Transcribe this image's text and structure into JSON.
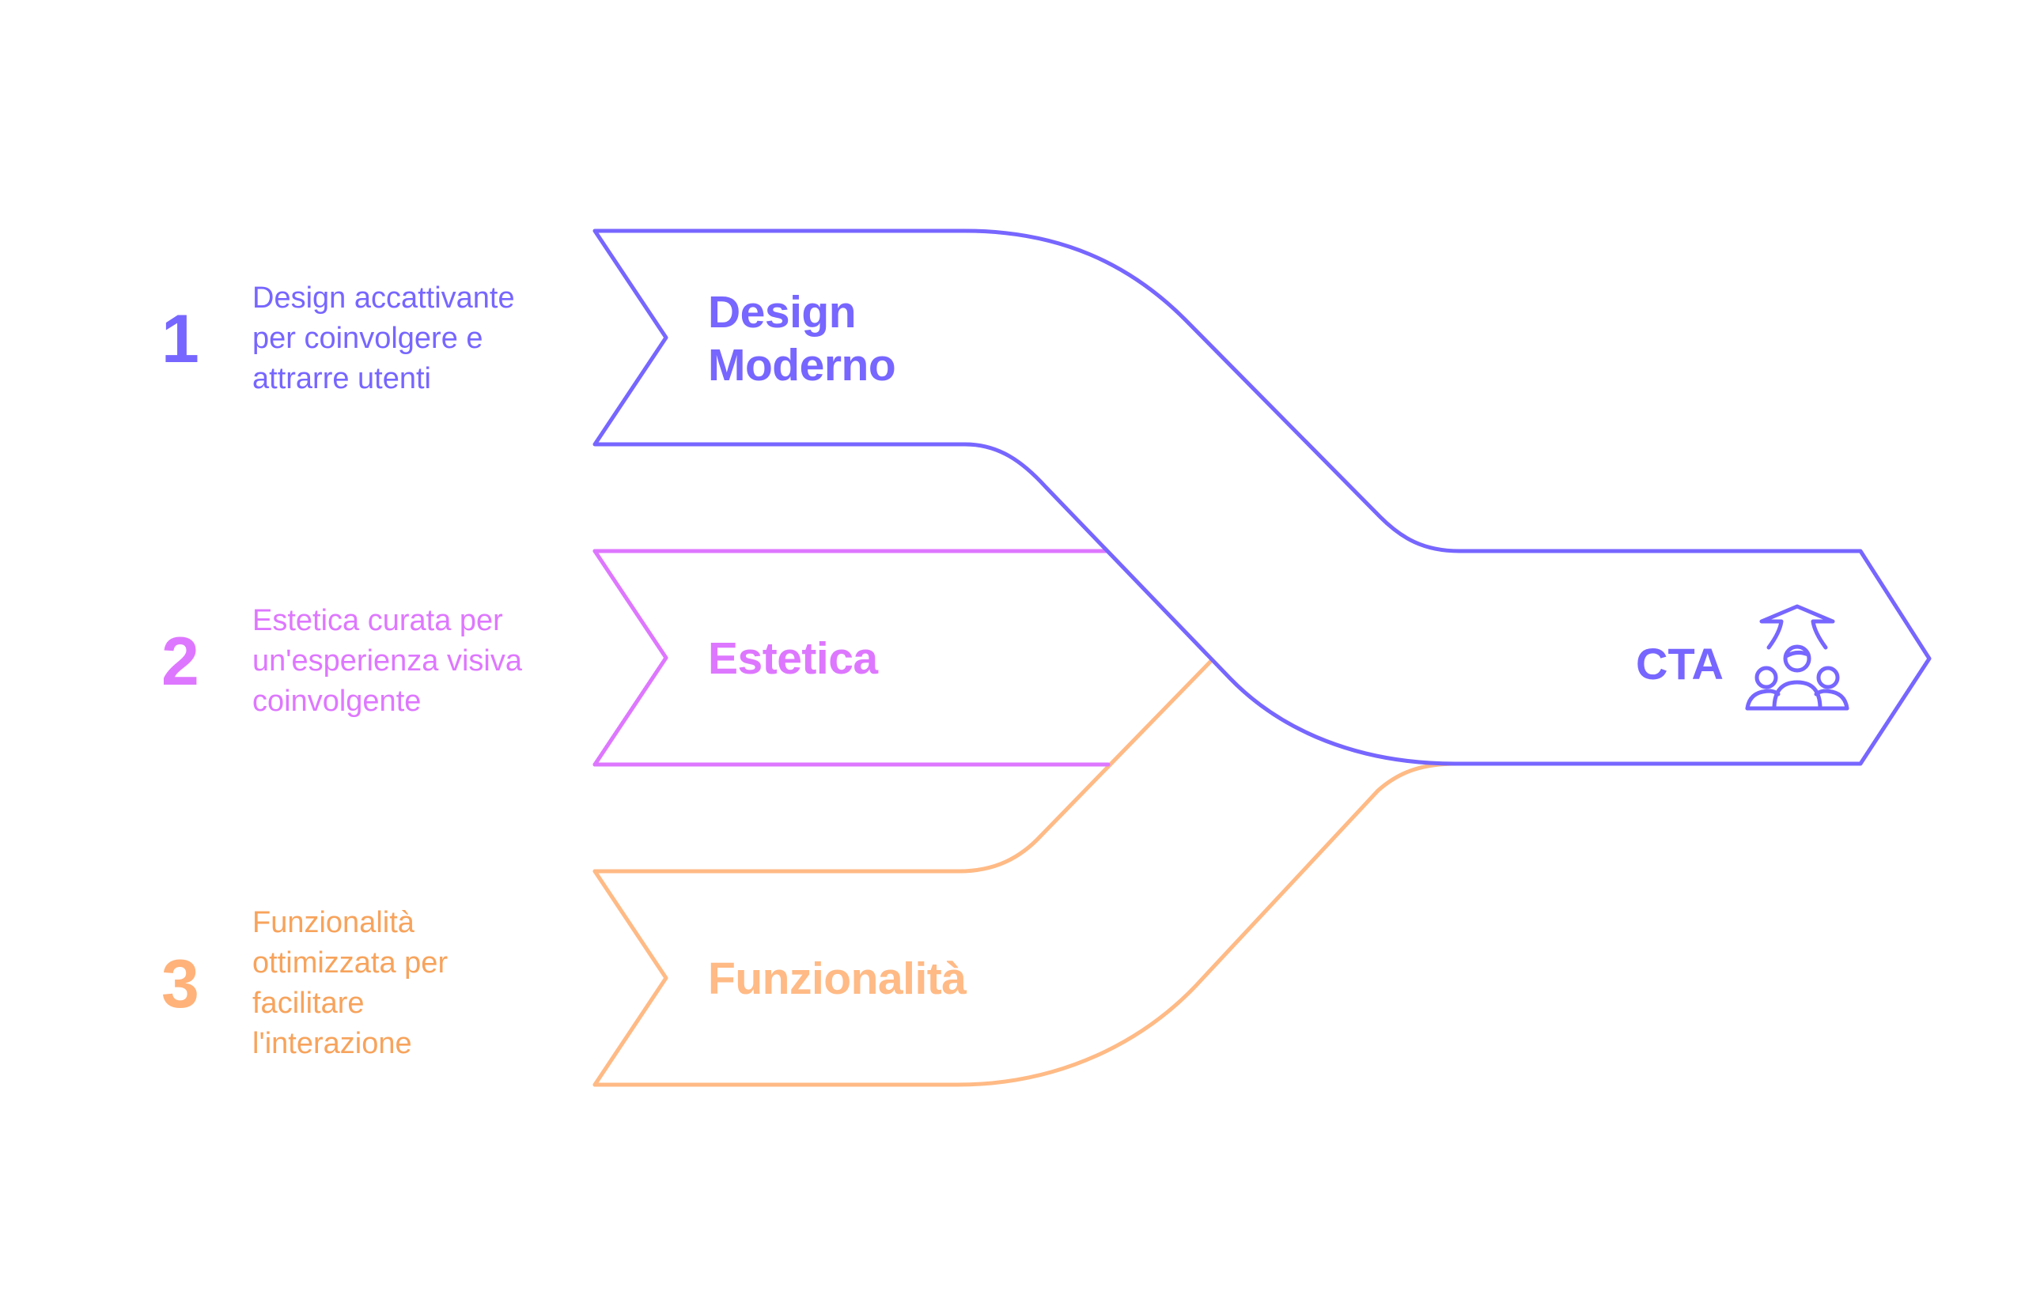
{
  "colors": {
    "purple": "#7766FF",
    "pink": "#DE77FF",
    "orange_shape": "#FFBA85",
    "orange_text": "#F7A35C"
  },
  "steps": [
    {
      "number": "1",
      "description_lines": [
        "Design accattivante",
        "per coinvolgere e",
        "attrarre utenti"
      ],
      "label_lines": [
        "Design",
        "Moderno"
      ]
    },
    {
      "number": "2",
      "description_lines": [
        "Estetica curata per",
        "un'esperienza visiva",
        "coinvolgente"
      ],
      "label_lines": [
        "Estetica"
      ]
    },
    {
      "number": "3",
      "description_lines": [
        "Funzionalità",
        "ottimizzata per",
        "facilitare",
        "l'interazione"
      ],
      "label_lines": [
        "Funzionalità"
      ]
    }
  ],
  "target": {
    "label": "CTA",
    "icon": "people-growth-arrow-icon"
  }
}
